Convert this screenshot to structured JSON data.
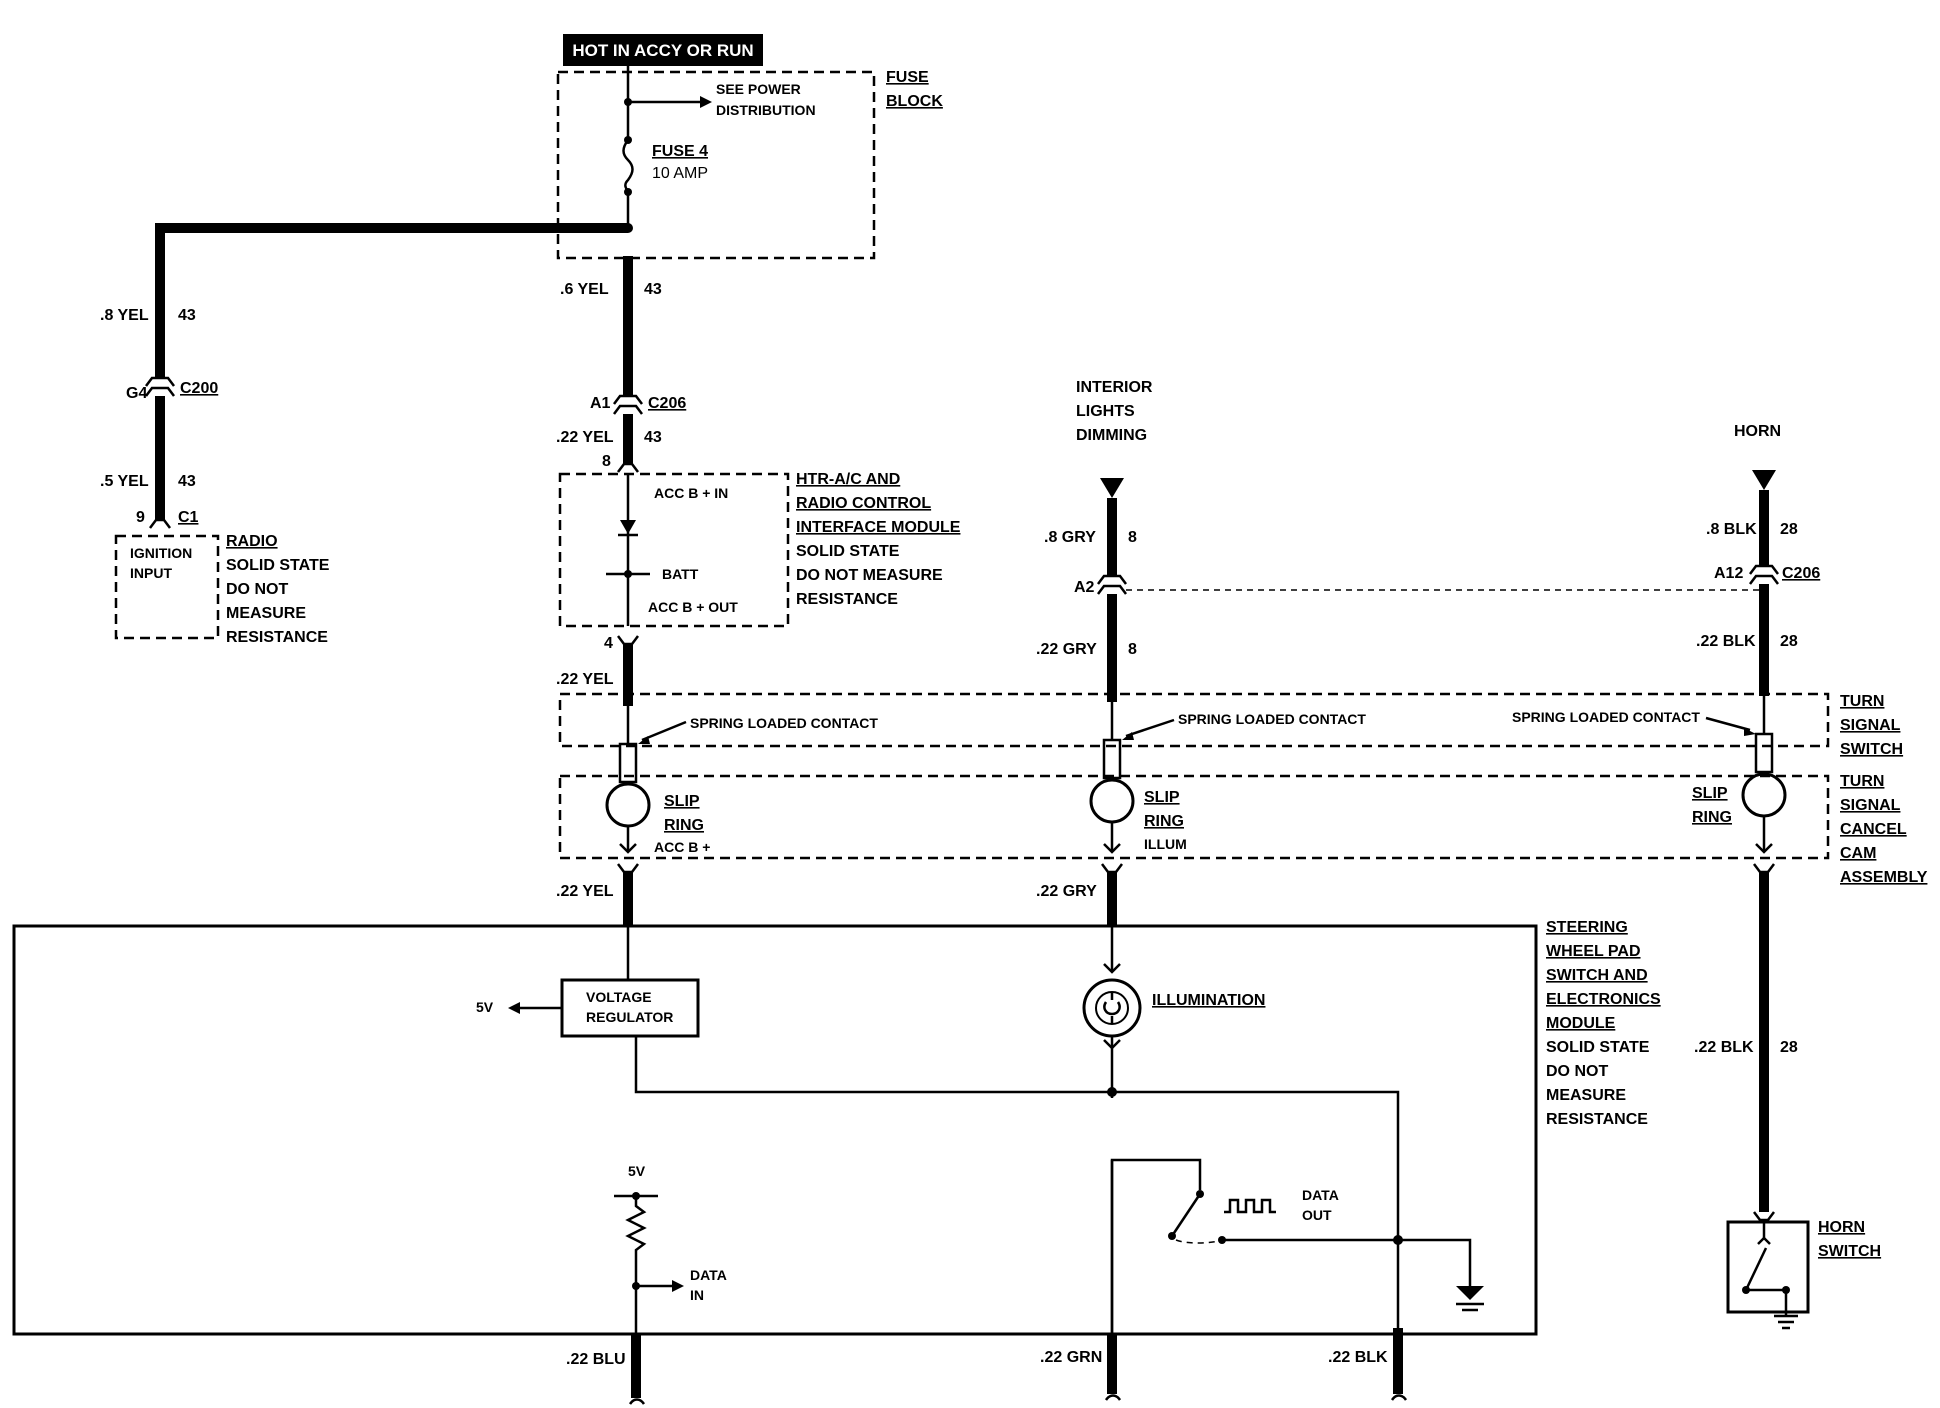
{
  "top_label": "HOT IN ACCY OR RUN",
  "fuse_block": {
    "name_line1": "FUSE",
    "name_line2": "BLOCK",
    "see_power_1": "SEE POWER",
    "see_power_2": "DISTRIBUTION",
    "fuse_name": "FUSE 4",
    "fuse_rating": "10 AMP"
  },
  "left_branch": {
    "wire1_size": ".8 YEL",
    "wire1_circuit": "43",
    "conn_pin": "G4",
    "conn_name": "C200",
    "wire2_size": ".5 YEL",
    "wire2_circuit": "43",
    "radio_pin": "9",
    "radio_conn": "C1",
    "radio_box_1": "IGNITION",
    "radio_box_2": "INPUT",
    "radio_1": "RADIO",
    "radio_2": "SOLID STATE",
    "radio_3": "DO NOT",
    "radio_4": "MEASURE",
    "radio_5": "RESISTANCE"
  },
  "center_branch": {
    "wire1_size": ".6 YEL",
    "wire1_circuit": "43",
    "conn_pin": "A1",
    "conn_name": "C206",
    "wire2_size": ".22 YEL",
    "wire2_circuit": "43",
    "module_in_pin": "8",
    "module_out_pin": "4",
    "acc_in": "ACC B + IN",
    "batt": "BATT",
    "acc_out": "ACC B + OUT",
    "module_1": "HTR-A/C AND",
    "module_2": "RADIO CONTROL",
    "module_3": "INTERFACE MODULE",
    "module_4": "SOLID STATE",
    "module_5": "DO NOT MEASURE",
    "module_6": "RESISTANCE",
    "wire3_size": ".22 YEL",
    "spring_contact": "SPRING LOADED CONTACT",
    "slip_1": "SLIP",
    "slip_2": "RING",
    "slip_3": "ACC B +",
    "wire4_size": ".22 YEL"
  },
  "mid_branch": {
    "title_1": "INTERIOR",
    "title_2": "LIGHTS",
    "title_3": "DIMMING",
    "wire1_size": ".8 GRY",
    "wire1_circuit": "8",
    "conn_pin": "A2",
    "wire2_size": ".22 GRY",
    "wire2_circuit": "8",
    "spring_contact": "SPRING LOADED CONTACT",
    "slip_1": "SLIP",
    "slip_2": "RING",
    "slip_3": "ILLUM",
    "wire3_size": ".22 GRY"
  },
  "right_branch": {
    "title": "HORN",
    "wire1_size": ".8 BLK",
    "wire1_circuit": "28",
    "conn_pin": "A12",
    "conn_name": "C206",
    "wire2_size": ".22 BLK",
    "wire2_circuit": "28",
    "spring_contact": "SPRING LOADED CONTACT",
    "slip_1": "SLIP",
    "slip_2": "RING",
    "wire3_size": ".22 BLK",
    "wire3_circuit": "28",
    "horn_switch_1": "HORN",
    "horn_switch_2": "SWITCH"
  },
  "turn_signal": {
    "switch_1": "TURN",
    "switch_2": "SIGNAL",
    "switch_3": "SWITCH",
    "cam_1": "TURN",
    "cam_2": "SIGNAL",
    "cam_3": "CANCEL",
    "cam_4": "CAM",
    "cam_5": "ASSEMBLY"
  },
  "steering_module": {
    "name_1": "STEERING",
    "name_2": "WHEEL PAD",
    "name_3": "SWITCH AND",
    "name_4": "ELECTRONICS",
    "name_5": "MODULE",
    "note_1": "SOLID STATE",
    "note_2": "DO NOT",
    "note_3": "MEASURE",
    "note_4": "RESISTANCE",
    "five_v_left": "5V",
    "vreg_1": "VOLTAGE",
    "vreg_2": "REGULATOR",
    "illumination": "ILLUMINATION",
    "five_v_pullup": "5V",
    "data_in_1": "DATA",
    "data_in_2": "IN",
    "data_out_1": "DATA",
    "data_out_2": "OUT",
    "out_blu": ".22 BLU",
    "out_grn": ".22 GRN",
    "out_blk": ".22 BLK"
  }
}
